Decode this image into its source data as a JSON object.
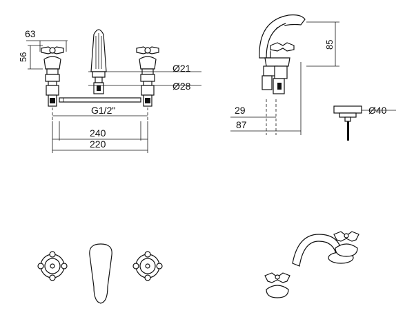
{
  "drawing": {
    "front_view": {
      "dims": {
        "handle_width": "63",
        "handle_height": "56",
        "dia_small": "21",
        "dia_large": "28",
        "thread": "G1/2\"",
        "span_outer": "240",
        "span_inner": "220"
      }
    },
    "side_view": {
      "dims": {
        "spout_height": "85",
        "offset_a": "29",
        "offset_b": "87"
      }
    },
    "drain": {
      "dims": {
        "dia": "40"
      }
    },
    "diameter_symbol": "Ø"
  }
}
